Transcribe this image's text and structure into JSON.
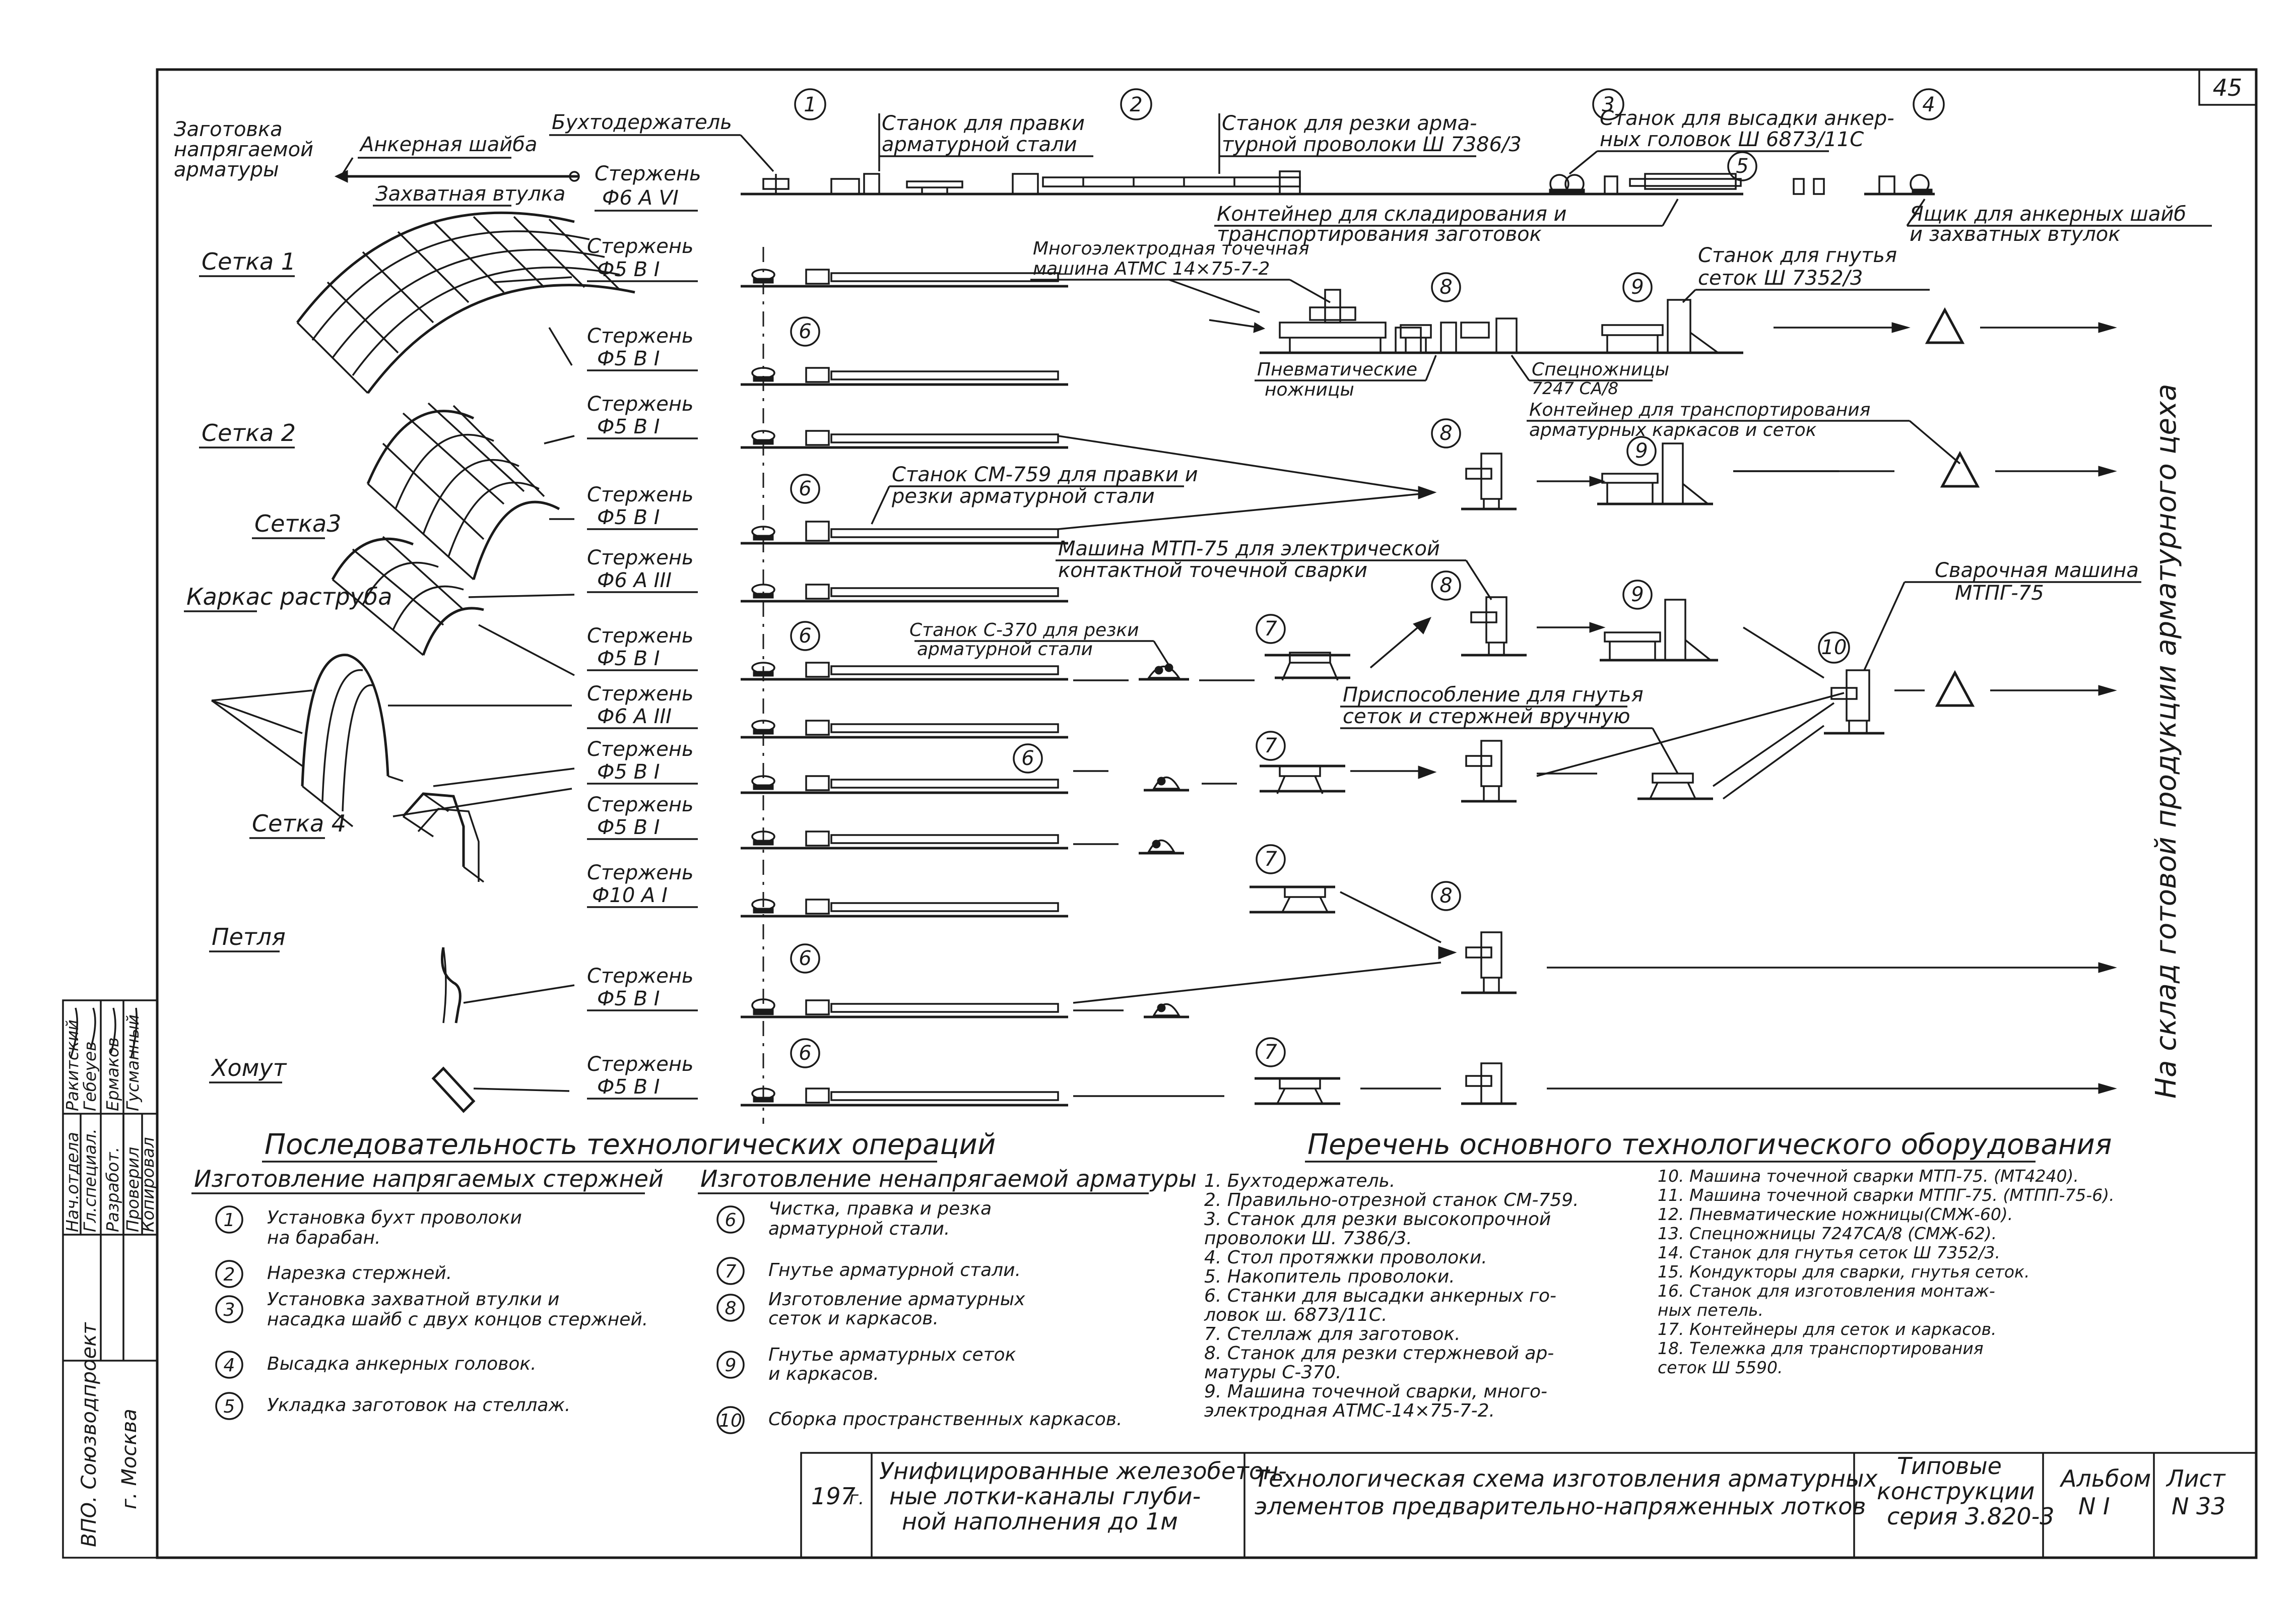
{
  "sheet_number": "45",
  "top_labels": {
    "zagotovka": [
      "Заготовка",
      "напрягаемой",
      "арматуры"
    ],
    "ankernaya_shaiba": "Анкерная шайба",
    "zakhvatnaya_vtulka": "Захватная втулка",
    "bukhtoderzhatel": "Бухтодержатель",
    "stanok_pravki": [
      "Станок для правки",
      "арматурной стали"
    ],
    "stanok_rezki": [
      "Станок для резки арма-",
      "турной проволоки Ш 7386/3"
    ],
    "stanok_vysadki": [
      "Станок для высадки анкер-",
      "ных головок Ш 6873/11С"
    ],
    "konteiner": [
      "Контейнер для складирования и",
      "транспортирования заготовок"
    ],
    "yashchik": [
      "Ящик для анкерных шайб",
      "и захватных втулок"
    ],
    "mnogoelektrodnaya": [
      "Многоэлектродная точечная",
      "машина АТМС 14×75-7-2"
    ],
    "stanok_gnutya": [
      "Станок для гнутья",
      "сеток Ш 7352/3"
    ],
    "pnevmaticheskie": [
      "Пневматические",
      "ножницы"
    ],
    "specnozhnicy": [
      "Спецножницы",
      "7247 СА/8"
    ],
    "konteiner_transport": [
      "Контейнер для транспортирования",
      "арматурных каркасов и сеток"
    ],
    "stanok_sm759": [
      "Станок СМ-759 для правки и",
      "резки арматурной стали"
    ],
    "mashina_mtp75": [
      "Машина МТП-75 для электрической",
      "контактной точечной сварки"
    ],
    "stanok_s370": [
      "Станок С-370 для резки",
      "арматурной стали"
    ],
    "prisposoblenie": [
      "Приспособление для гнутья",
      "сеток и стержней вручную"
    ],
    "svarochnaya": [
      "Сварочная машина",
      "МТПГ-75"
    ],
    "sklad": "На склад готовой продукции арматурного цеха"
  },
  "element_labels": [
    "Сетка 1",
    "Сетка 2",
    "Сетка3",
    "Каркас раструба",
    "Сетка 4",
    "Петля",
    "Хомут"
  ],
  "rods": [
    {
      "line1": "Стержень",
      "line2": "Ф6 А VI"
    },
    {
      "line1": "Стержень",
      "line2": "Ф5 В I"
    },
    {
      "line1": "Стержень",
      "line2": "Ф5 В I"
    },
    {
      "line1": "Стержень",
      "line2": "Ф5 В I"
    },
    {
      "line1": "Стержень",
      "line2": "Ф5 В I"
    },
    {
      "line1": "Стержень",
      "line2": "Ф6 А III"
    },
    {
      "line1": "Стержень",
      "line2": "Ф5 В I"
    },
    {
      "line1": "Стержень",
      "line2": "Ф6 А III"
    },
    {
      "line1": "Стержень",
      "line2": "Ф5 В I"
    },
    {
      "line1": "Стержень",
      "line2": "Ф5 В I"
    },
    {
      "line1": "Стержень",
      "line2": "Ф10 А I"
    },
    {
      "line1": "Стержень",
      "line2": "Ф5 В I"
    },
    {
      "line1": "Стержень",
      "line2": "Ф5 В I"
    }
  ],
  "circle_numbers": [
    "1",
    "2",
    "3",
    "4",
    "5",
    "6",
    "7",
    "8",
    "9",
    "10"
  ],
  "sequence": {
    "title": "Последовательность технологических операций",
    "col1_title": "Изготовление напрягаемых стержней",
    "col1": [
      {
        "n": "1",
        "text": [
          "Установка бухт проволоки",
          "на барабан."
        ]
      },
      {
        "n": "2",
        "text": [
          "Нарезка стержней."
        ]
      },
      {
        "n": "3",
        "text": [
          "Установка захватной втулки и",
          "насадка шайб с двух концов стержней."
        ]
      },
      {
        "n": "4",
        "text": [
          "Высадка анкерных головок."
        ]
      },
      {
        "n": "5",
        "text": [
          "Укладка заготовок на стеллаж."
        ]
      }
    ],
    "col2_title": "Изготовление ненапрягаемой арматуры",
    "col2": [
      {
        "n": "6",
        "text": [
          "Чистка, правка и резка",
          "арматурной стали."
        ]
      },
      {
        "n": "7",
        "text": [
          "Гнутье арматурной стали."
        ]
      },
      {
        "n": "8",
        "text": [
          "Изготовление арматурных",
          "сеток и каркасов."
        ]
      },
      {
        "n": "9",
        "text": [
          "Гнутье арматурных сеток",
          "и каркасов."
        ]
      },
      {
        "n": "10",
        "text": [
          "Сборка пространственных каркасов."
        ]
      }
    ]
  },
  "equipment": {
    "title": "Перечень основного технологического оборудования",
    "col1": [
      "1. Бухтодержатель.",
      "2. Правильно-отрезной станок СМ-759.",
      "3. Станок для резки высокопрочной",
      "    проволоки Ш. 7386/3.",
      "4. Стол протяжки проволоки.",
      "5. Накопитель проволоки.",
      "6. Станки для высадки анкерных го-",
      "    ловок ш. 6873/11С.",
      "7. Стеллаж для заготовок.",
      "8. Станок для резки стержневой ар-",
      "    матуры С-370.",
      "9. Машина точечной сварки, много-",
      "    электродная АТМС-14×75-7-2."
    ],
    "col2": [
      "10. Машина точечной сварки МТП-75. (МТ4240).",
      "11. Машина точечной сварки МТПГ-75. (МТПП-75-6).",
      "12. Пневматические ножницы(СМЖ-60).",
      "13. Спецножницы 7247СА/8 (СМЖ-62).",
      "14. Станок для гнутья сеток Ш 7352/3.",
      "15. Кондукторы для сварки, гнутья сеток.",
      "16. Станок для изготовления монтаж-",
      "      ных петель.",
      "17. Контейнеры для сеток и каркасов.",
      "18. Тележка для транспортирования",
      "      сеток Ш 5590."
    ]
  },
  "stamp_left": {
    "org": [
      "ВПО. Союзводпроект",
      "г. Москва"
    ],
    "roles": [
      "Нач.отдела",
      "Гл.специал.",
      "Разработ.",
      "Проверил",
      "Копировал"
    ],
    "names": [
      "Ракитский",
      "Гебеуев",
      "Ермаков",
      "Гусманный",
      ""
    ]
  },
  "title_block": {
    "year": "197",
    "year_suffix": "г.",
    "desc": [
      "Унифицированные железобетон-",
      "ные лотки-каналы глуби-",
      "ной наполнения до 1м"
    ],
    "title": [
      "Технологическая схема изготовления арматурных",
      "элементов предварительно-напряженных лотков"
    ],
    "series": [
      "Типовые",
      "конструкции",
      "серия 3.820-3"
    ],
    "album": [
      "Альбом",
      "N I"
    ],
    "sheet": [
      "Лист",
      "N 33"
    ]
  }
}
